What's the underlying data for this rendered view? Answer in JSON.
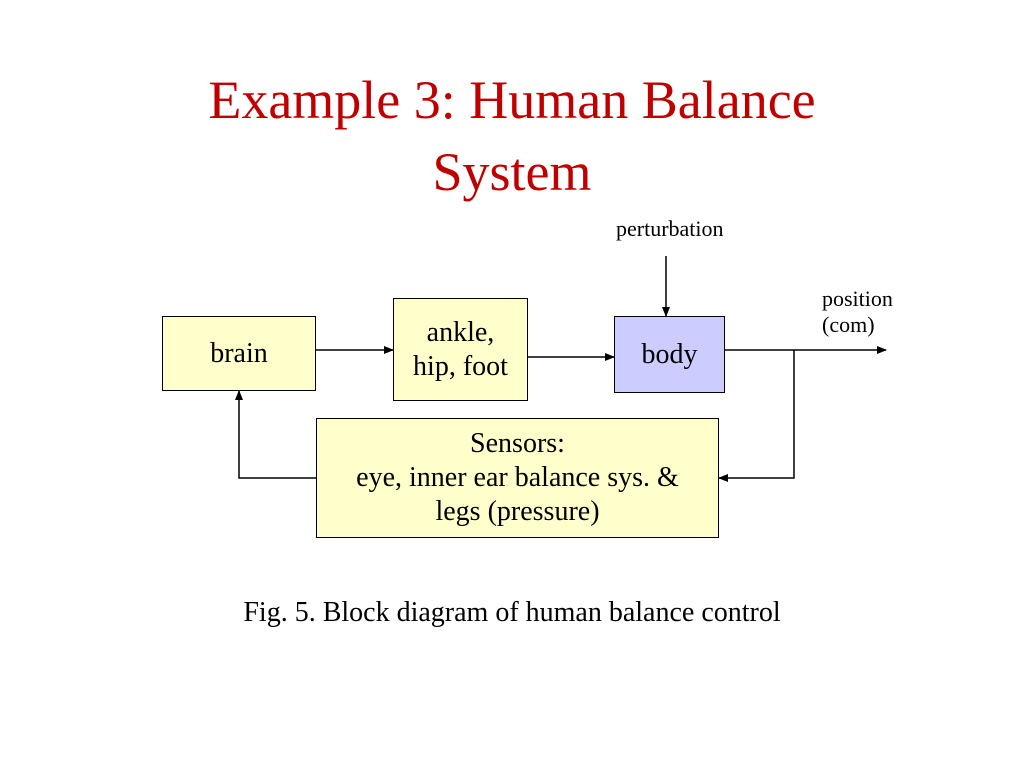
{
  "colors": {
    "title": "#c00000",
    "block_yellow": "#ffffcc",
    "block_blue": "#ccccff",
    "line": "#000000"
  },
  "title": {
    "line1": "Example 3: Human Balance",
    "line2": "System"
  },
  "diagram": {
    "blocks": {
      "brain": {
        "label": "brain"
      },
      "actuators": {
        "line1": "ankle,",
        "line2": "hip, foot"
      },
      "body": {
        "label": "body"
      },
      "sensors": {
        "line1": "Sensors:",
        "line2": "eye, inner ear balance sys. &",
        "line3": "legs (pressure)"
      }
    },
    "labels": {
      "perturbation": "perturbation",
      "output_line1": "position",
      "output_line2": "(com)"
    }
  },
  "caption": "Fig. 5. Block diagram of human balance control"
}
